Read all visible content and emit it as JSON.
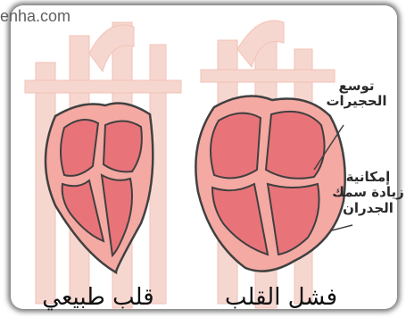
{
  "watermark": "enha.com",
  "labels": {
    "dilation": [
      "توسع",
      "الحجيرات"
    ],
    "thickening": [
      "إمكانية",
      "زيادة سمك",
      "الجدران"
    ]
  },
  "captions": {
    "normal_heart": "قلب طبيعي",
    "heart_failure": "فشل القلب"
  },
  "colors": {
    "vessel": "#f6d7cf",
    "vessel_outline": "#f2c2b6",
    "heart_outer": "#f5a9a3",
    "heart_inner": "#e8747a",
    "outline": "#404040"
  }
}
